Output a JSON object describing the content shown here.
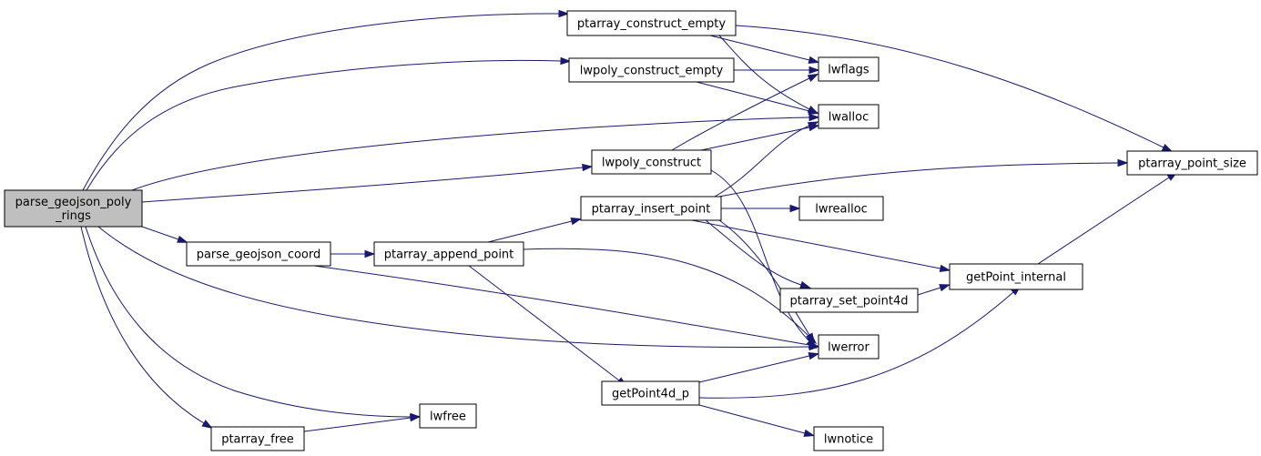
{
  "graph": {
    "root": "parse_geojson_poly_rings",
    "colors": {
      "edge": "#191970",
      "root_fill": "#bfbfbf",
      "node_fill": "#ffffff",
      "border": "#000000"
    },
    "nodes": [
      {
        "id": "parse_geojson_poly_rings",
        "lines": [
          "parse_geojson_poly",
          "_rings"
        ]
      },
      {
        "id": "ptarray_construct_empty",
        "lines": [
          "ptarray_construct_empty"
        ]
      },
      {
        "id": "lwpoly_construct_empty",
        "lines": [
          "lwpoly_construct_empty"
        ]
      },
      {
        "id": "lwpoly_construct",
        "lines": [
          "lwpoly_construct"
        ]
      },
      {
        "id": "parse_geojson_coord",
        "lines": [
          "parse_geojson_coord"
        ]
      },
      {
        "id": "ptarray_append_point",
        "lines": [
          "ptarray_append_point"
        ]
      },
      {
        "id": "ptarray_insert_point",
        "lines": [
          "ptarray_insert_point"
        ]
      },
      {
        "id": "lwflags",
        "lines": [
          "lwflags"
        ]
      },
      {
        "id": "lwalloc",
        "lines": [
          "lwalloc"
        ]
      },
      {
        "id": "lwrealloc",
        "lines": [
          "lwrealloc"
        ]
      },
      {
        "id": "ptarray_set_point4d",
        "lines": [
          "ptarray_set_point4d"
        ]
      },
      {
        "id": "lwerror",
        "lines": [
          "lwerror"
        ]
      },
      {
        "id": "getPoint4d_p",
        "lines": [
          "getPoint4d_p"
        ]
      },
      {
        "id": "lwfree",
        "lines": [
          "lwfree"
        ]
      },
      {
        "id": "ptarray_free",
        "lines": [
          "ptarray_free"
        ]
      },
      {
        "id": "lwnotice",
        "lines": [
          "lwnotice"
        ]
      },
      {
        "id": "ptarray_point_size",
        "lines": [
          "ptarray_point_size"
        ]
      },
      {
        "id": "getPoint_internal",
        "lines": [
          "getPoint_internal"
        ]
      }
    ],
    "edges": [
      [
        "parse_geojson_poly_rings",
        "ptarray_construct_empty"
      ],
      [
        "parse_geojson_poly_rings",
        "lwpoly_construct_empty"
      ],
      [
        "parse_geojson_poly_rings",
        "lwalloc"
      ],
      [
        "parse_geojson_poly_rings",
        "lwpoly_construct"
      ],
      [
        "parse_geojson_poly_rings",
        "parse_geojson_coord"
      ],
      [
        "parse_geojson_poly_rings",
        "lwerror"
      ],
      [
        "parse_geojson_poly_rings",
        "lwfree"
      ],
      [
        "parse_geojson_poly_rings",
        "ptarray_free"
      ],
      [
        "ptarray_construct_empty",
        "lwflags"
      ],
      [
        "ptarray_construct_empty",
        "lwalloc"
      ],
      [
        "ptarray_construct_empty",
        "ptarray_point_size"
      ],
      [
        "lwpoly_construct_empty",
        "lwflags"
      ],
      [
        "lwpoly_construct_empty",
        "lwalloc"
      ],
      [
        "lwpoly_construct",
        "lwflags"
      ],
      [
        "lwpoly_construct",
        "lwalloc"
      ],
      [
        "lwpoly_construct",
        "lwerror"
      ],
      [
        "parse_geojson_coord",
        "ptarray_append_point"
      ],
      [
        "parse_geojson_coord",
        "lwerror"
      ],
      [
        "ptarray_append_point",
        "ptarray_insert_point"
      ],
      [
        "ptarray_append_point",
        "lwerror"
      ],
      [
        "ptarray_append_point",
        "getPoint4d_p"
      ],
      [
        "ptarray_insert_point",
        "lwalloc"
      ],
      [
        "ptarray_insert_point",
        "ptarray_point_size"
      ],
      [
        "ptarray_insert_point",
        "lwrealloc"
      ],
      [
        "ptarray_insert_point",
        "getPoint_internal"
      ],
      [
        "ptarray_insert_point",
        "ptarray_set_point4d"
      ],
      [
        "ptarray_insert_point",
        "lwerror"
      ],
      [
        "ptarray_set_point4d",
        "getPoint_internal"
      ],
      [
        "getPoint_internal",
        "ptarray_point_size"
      ],
      [
        "getPoint4d_p",
        "lwerror"
      ],
      [
        "getPoint4d_p",
        "getPoint_internal"
      ],
      [
        "getPoint4d_p",
        "lwnotice"
      ],
      [
        "ptarray_free",
        "lwfree"
      ]
    ]
  }
}
